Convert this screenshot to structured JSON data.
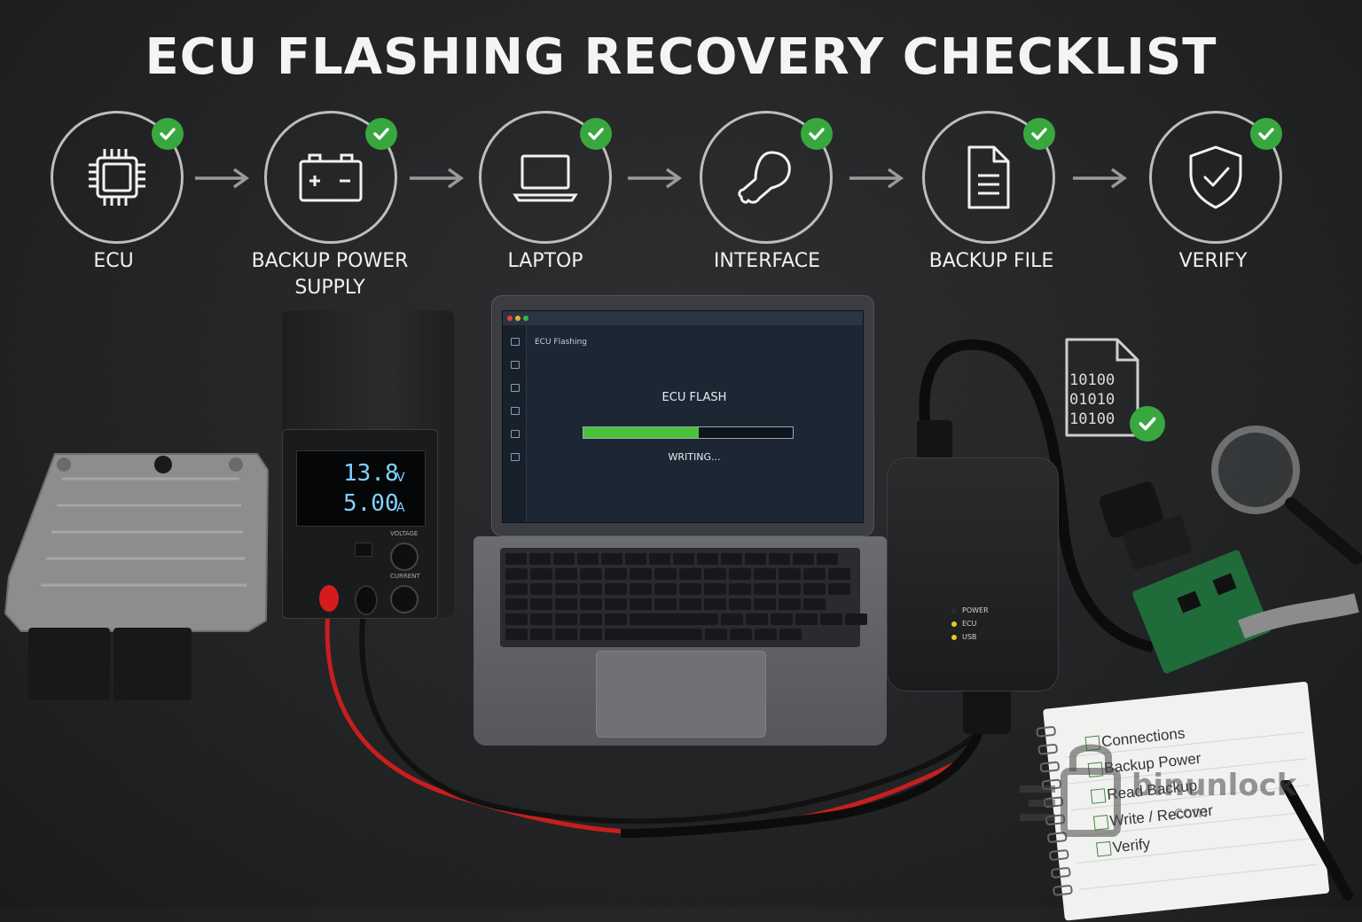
{
  "title": "ECU FLASHING RECOVERY CHECKLIST",
  "steps": [
    {
      "label": "ECU",
      "icon": "chip-icon",
      "done": true
    },
    {
      "label": "BACKUP POWER SUPPLY",
      "icon": "battery-icon",
      "done": true
    },
    {
      "label": "LAPTOP",
      "icon": "laptop-icon",
      "done": true
    },
    {
      "label": "INTERFACE",
      "icon": "interface-icon",
      "done": true
    },
    {
      "label": "BACKUP FILE",
      "icon": "document-icon",
      "done": true
    },
    {
      "label": "VERIFY",
      "icon": "shield-check-icon",
      "done": true
    }
  ],
  "power_supply": {
    "voltage": "13.8",
    "voltage_unit": "V",
    "current": "5.00",
    "current_unit": "A",
    "voltage_label": "VOLTAGE",
    "current_label": "CURRENT"
  },
  "laptop_screen": {
    "app_title": "ECU Flashing",
    "heading": "ECU FLASH",
    "status": "WRITING...",
    "progress": 0.55
  },
  "interface_leds": [
    {
      "label": "POWER",
      "color": "#2b2b2b"
    },
    {
      "label": "ECU",
      "color": "#e5c72a"
    },
    {
      "label": "USB",
      "color": "#e5c72a"
    }
  ],
  "binary_file": {
    "lines": [
      "10100",
      "01010",
      "10100"
    ]
  },
  "notebook": {
    "items": [
      "Connections",
      "Backup Power",
      "Read Backup",
      "Write / Recover",
      "Verify"
    ]
  },
  "watermark": {
    "text": "binunlock",
    "sub": ".com"
  },
  "colors": {
    "check_green": "#38a83e",
    "progress_green": "#4cc23a",
    "display_blue": "#7fd1ff",
    "cable_red": "#d02020"
  }
}
